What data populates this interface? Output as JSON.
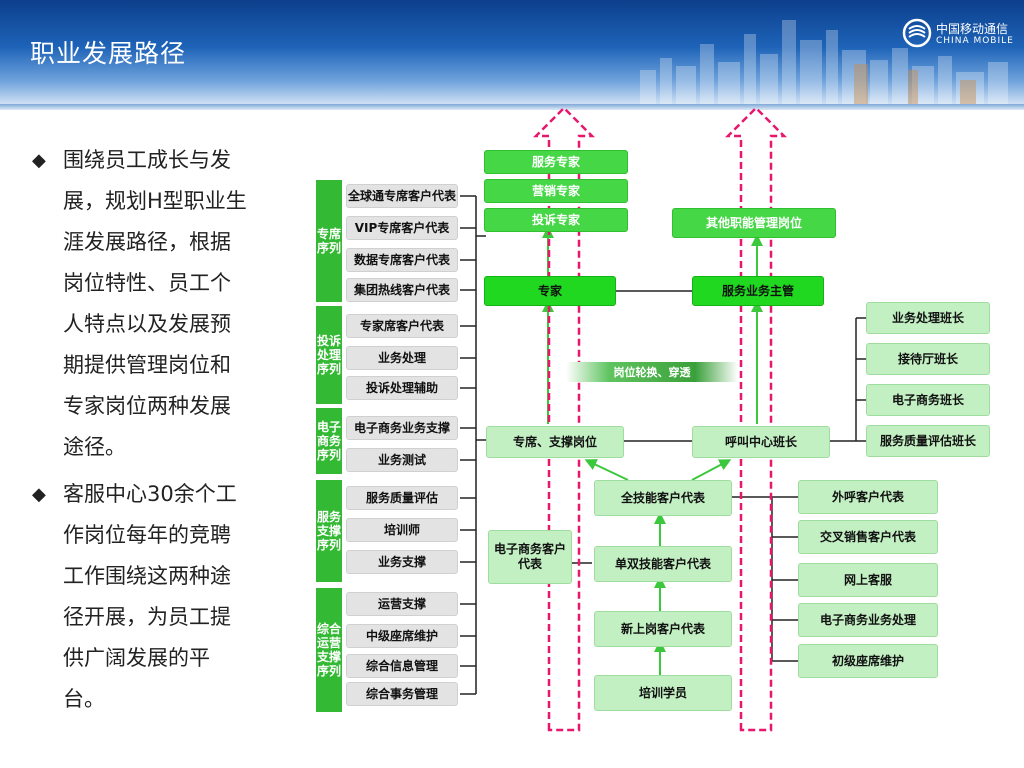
{
  "slide": {
    "title": "职业发展路径"
  },
  "logo": {
    "cn": "中国移动通信",
    "en": "CHINA MOBILE"
  },
  "bullets": [
    "围绕员工成长与发展，规划H型职业生涯发展路径，根据岗位特性、员工个人特点以及发展预期提供管理岗位和专家岗位两种发展途径。",
    "客服中心30余个工作岗位每年的竞聘工作围绕这两种途径开展，为员工提供广阔发展的平台。"
  ],
  "bullet_lines": [
    [
      "围绕员工成长与发",
      "展，规划H型职业生",
      "涯发展路径，根据",
      "岗位特性、员工个",
      "人特点以及发展预",
      "期提供管理岗位和",
      "专家岗位两种发展",
      "途径。"
    ],
    [
      "客服中心30余个工",
      "作岗位每年的竞聘",
      "工作围绕这两种途",
      "径开展，为员工提",
      "供广阔发展的平",
      "台。"
    ]
  ],
  "diagram": {
    "sequences": [
      {
        "label": "专席序列",
        "roles": [
          "全球通专席客户代表",
          "VIP专席客户代表",
          "数据专席客户代表",
          "集团热线客户代表"
        ]
      },
      {
        "label": "投诉处理序列",
        "roles": [
          "专家席客户代表",
          "业务处理",
          "投诉处理辅助"
        ]
      },
      {
        "label": "电子商务序列",
        "roles": [
          "电子商务业务支撑",
          "业务测试"
        ]
      },
      {
        "label": "服务支撑序列",
        "roles": [
          "服务质量评估",
          "培训师",
          "业务支撑"
        ]
      },
      {
        "label": "综合运营支撑序列",
        "roles": [
          "运营支撑",
          "中级座席维护",
          "综合信息管理",
          "综合事务管理"
        ]
      }
    ],
    "expert_track": {
      "top": [
        "服务专家",
        "营销专家",
        "投诉专家"
      ],
      "expert": "专家",
      "support": "专席、支撑岗位",
      "ecommerce": "电子商务客户代表"
    },
    "management_track": {
      "top": "其他职能管理岗位",
      "supervisor": "服务业务主管",
      "team_leader": "呼叫中心班长",
      "team_leaders": [
        "业务处理班长",
        "接待厅班长",
        "电子商务班长",
        "服务质量评估班长"
      ]
    },
    "bridge_label": "岗位轮换、穿透",
    "ladder": [
      "全技能客户代表",
      "单双技能客户代表",
      "新上岗客户代表",
      "培训学员"
    ],
    "frontline_roles": [
      "外呼客户代表",
      "交叉销售客户代表",
      "网上客服",
      "电子商务业务处理",
      "初级座席维护"
    ]
  },
  "colors": {
    "header_blue": "#1e63b8",
    "green_dark": "#34b934",
    "green_bright": "#1fd81f",
    "green_light": "#c3f0c3",
    "arrow_pink": "#e8176e"
  }
}
